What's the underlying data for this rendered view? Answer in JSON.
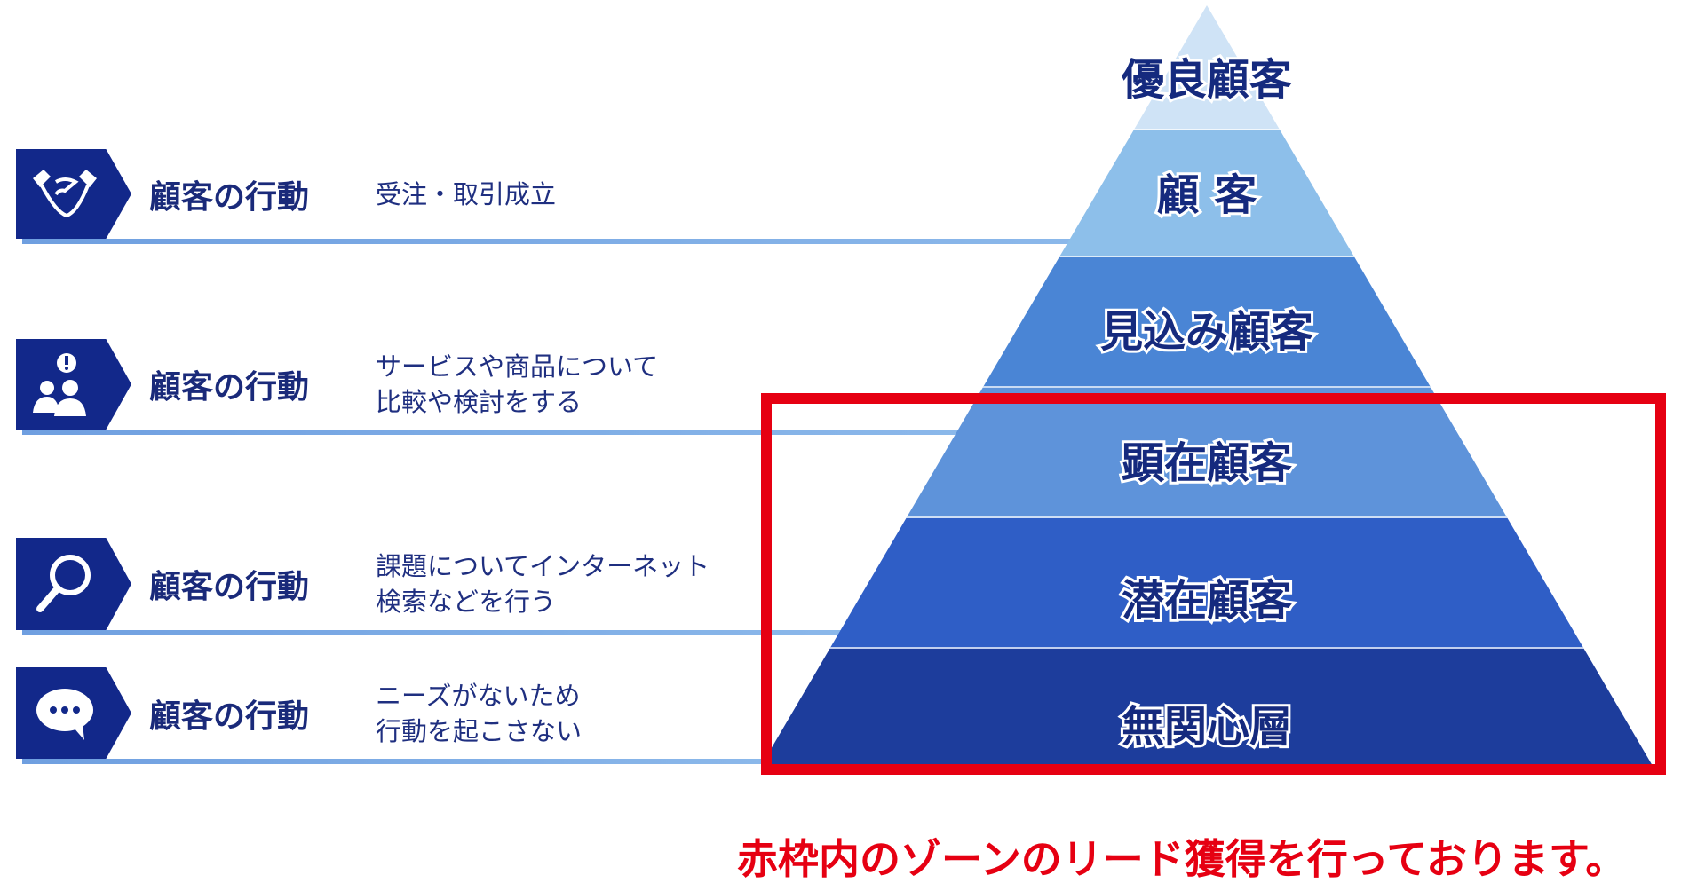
{
  "rows": [
    {
      "icon": "handshake-icon",
      "title": "顧客の行動",
      "desc": [
        "受注・取引成立"
      ]
    },
    {
      "icon": "people-discussion-icon",
      "title": "顧客の行動",
      "desc": [
        "サービスや商品について",
        "比較や検討をする"
      ]
    },
    {
      "icon": "magnifier-icon",
      "title": "顧客の行動",
      "desc": [
        "課題についてインターネット",
        "検索などを行う"
      ]
    },
    {
      "icon": "speech-bubble-icon",
      "title": "顧客の行動",
      "desc": [
        "ニーズがないため",
        "行動を起こさない"
      ]
    }
  ],
  "pyramid": {
    "layers": [
      {
        "label": "優良顧客",
        "color": "#cfe3f6"
      },
      {
        "label": "顧 客",
        "color": "#8dbfea"
      },
      {
        "label": "見込み顧客",
        "color": "#4a85d5"
      },
      {
        "label": "顕在顧客",
        "color": "#5e93da"
      },
      {
        "label": "潜在顧客",
        "color": "#2f5ec6"
      },
      {
        "label": "無関心層",
        "color": "#1d3d9c"
      }
    ]
  },
  "highlight": {
    "color": "#e60012",
    "note": "赤枠内のゾーンのリード獲得を行っております。"
  }
}
